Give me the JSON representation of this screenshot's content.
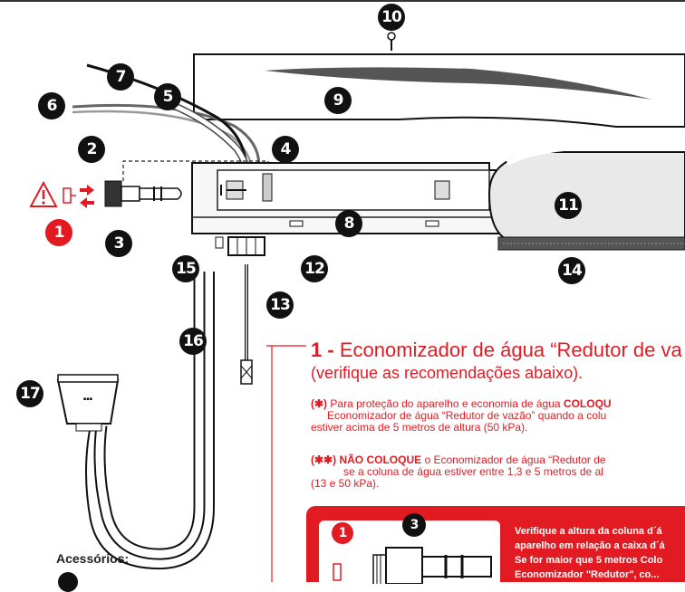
{
  "callouts": [
    "1",
    "2",
    "3",
    "4",
    "5",
    "6",
    "7",
    "8",
    "9",
    "10",
    "11",
    "12",
    "13",
    "14",
    "15",
    "16",
    "17"
  ],
  "title_number": "1 -",
  "title_text": "Economizador de água “Redutor de va",
  "subtitle": "(verifique as recomendações abaixo).",
  "note1": {
    "mark": "(✱)",
    "line1_a": "Para proteção do aparelho e economia de água ",
    "line1_b": "COLOQU",
    "line2": "Economizador de água “Redutor de vazão” quando a colu",
    "line3": "estiver acima de 5 metros de altura (50 kPa)."
  },
  "note2": {
    "mark": "(✱✱)",
    "line1_a": "NÃO COLOQUE",
    "line1_b": " o Economizador de água “Redutor de",
    "line2": "se a coluna de água estiver entre 1,3 e 5 metros de al",
    "line3": "(13 e 50 kPa)."
  },
  "box": {
    "num1": "1",
    "num3": "3",
    "line1": "Verifique a altura da coluna d´á",
    "line2": "aparelho em relação a caixa d´á",
    "line3": "Se for maior que 5 metros Colo",
    "line4": "Economizador \"Redutor\", co..."
  },
  "accessories": "Acessórios:",
  "colors": {
    "red": "#e21b23",
    "black": "#111111"
  },
  "icons": [
    "warning-icon",
    "arrows-icon",
    "screw-icon"
  ]
}
